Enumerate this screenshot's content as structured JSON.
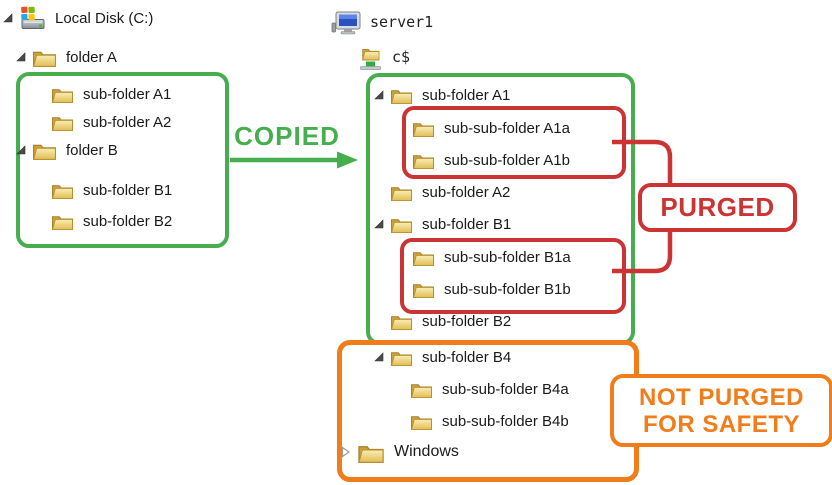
{
  "colors": {
    "green": "#46ae4e",
    "red": "#cc3333",
    "orange": "#f07d1a"
  },
  "annotations": {
    "copied": "COPIED",
    "purged": "PURGED",
    "not_purged_line1": "NOT PURGED",
    "not_purged_line2": "FOR SAFETY"
  },
  "left_tree": {
    "rows": [
      {
        "label": "Local Disk (C:)"
      },
      {
        "label": "folder A"
      },
      {
        "label": "sub-folder A1"
      },
      {
        "label": "sub-folder A2"
      },
      {
        "label": "folder B"
      },
      {
        "label": "sub-folder B1"
      },
      {
        "label": "sub-folder B2"
      }
    ]
  },
  "right_tree": {
    "rows": [
      {
        "label": "server1"
      },
      {
        "label": "c$"
      },
      {
        "label": "sub-folder A1"
      },
      {
        "label": "sub-sub-folder A1a"
      },
      {
        "label": "sub-sub-folder A1b"
      },
      {
        "label": "sub-folder A2"
      },
      {
        "label": "sub-folder B1"
      },
      {
        "label": "sub-sub-folder B1a"
      },
      {
        "label": "sub-sub-folder B1b"
      },
      {
        "label": "sub-folder B2"
      },
      {
        "label": "sub-folder B4"
      },
      {
        "label": "sub-sub-folder B4a"
      },
      {
        "label": "sub-sub-folder B4b"
      },
      {
        "label": "Windows"
      }
    ]
  }
}
